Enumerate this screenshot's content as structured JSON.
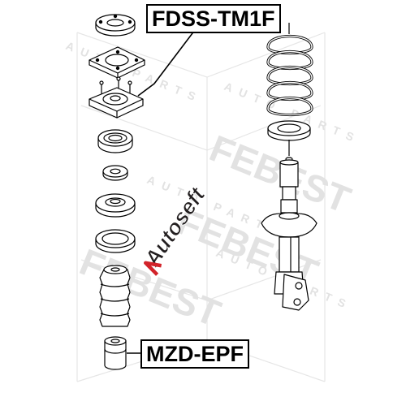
{
  "labels": {
    "top_part_number": "FDSS-TM1F",
    "bottom_part_number": "MZD-EPF"
  },
  "watermarks": {
    "brand_text": "FEBEST",
    "sub_text": "AUTO PARTS",
    "overlay_logo_text": "Autoseft"
  },
  "colors": {
    "ink": "#000000",
    "watermark": "#e4e4e4",
    "logo_red": "#d2232a",
    "logo_dark": "#231f20"
  },
  "icons": {
    "components": [
      "mount-washer-icon",
      "mount-plate-icon",
      "strut-mount-icon",
      "bearing-icon",
      "small-washer-icon",
      "spring-seat-icon",
      "rubber-seat-icon",
      "dust-boot-icon",
      "bump-stop-icon",
      "coil-spring-icon",
      "spring-pad-icon",
      "shock-absorber-icon"
    ]
  }
}
